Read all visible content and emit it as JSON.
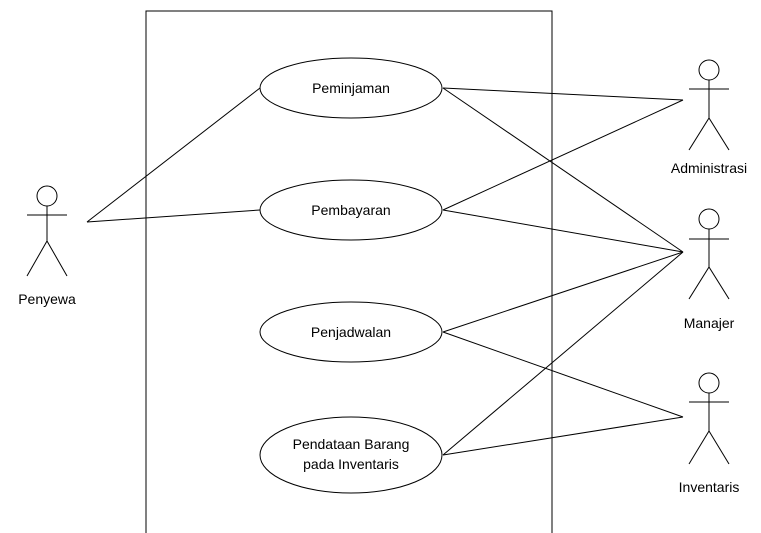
{
  "colors": {
    "line": "#000000",
    "background": "#ffffff",
    "text": "#000000"
  },
  "actors": {
    "penyewa": "Penyewa",
    "administrasi": "Administrasi",
    "manajer": "Manajer",
    "inventaris": "Inventaris"
  },
  "use_cases": {
    "peminjaman": "Peminjaman",
    "pembayaran": "Pembayaran",
    "penjadwalan": "Penjadwalan",
    "pendataan_line1": "Pendataan Barang",
    "pendataan_line2": "pada Inventaris"
  }
}
